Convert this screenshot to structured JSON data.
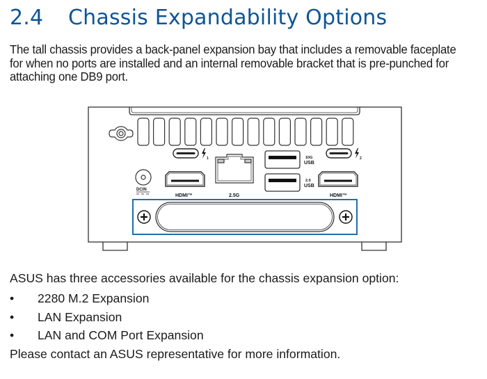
{
  "section": {
    "number": "2.4",
    "title": "Chassis Expandability Options",
    "accent_color": "#0f5596"
  },
  "intro_paragraph": "The tall chassis provides a back-panel expansion bay that includes a removable faceplate for when no ports are installed and an internal removable bracket that is pre-punched for attaching one DB9 port.",
  "figure": {
    "description": "Back panel of tall chassis with highlighted expansion bay",
    "highlight_color": "#1f6fb0",
    "vent_count": 14,
    "port_labels": {
      "dc_in": "DCIN",
      "hdmi_left": "HDMI™",
      "lan": "2.5G",
      "usb_top_speed": "10G",
      "usb_top": "USB",
      "usb_bottom_speed": "2.0",
      "usb_bottom": "USB",
      "hdmi_right": "HDMI™",
      "thunderbolt_1_index": "1",
      "thunderbolt_2_index": "2"
    },
    "icons": [
      "kensington-lock-icon",
      "thunderbolt-icon",
      "screw-icon"
    ]
  },
  "accessories": {
    "lead": "ASUS has three accessories available for the chassis expansion option:",
    "bullet": "•",
    "items": [
      "2280 M.2 Expansion",
      "LAN Expansion",
      "LAN and COM Port Expansion"
    ],
    "closing": "Please contact an ASUS representative for more information."
  }
}
